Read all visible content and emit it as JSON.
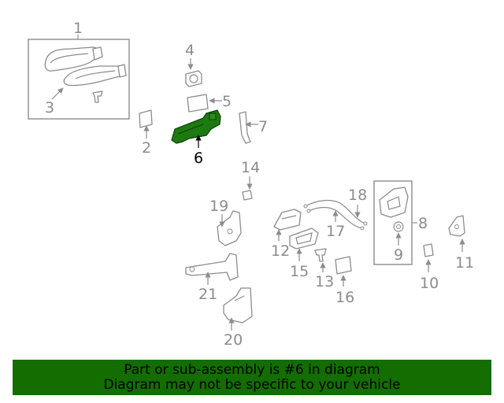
{
  "highlight_color": "#1d7a10",
  "callouts": {
    "c1": "1",
    "c2": "2",
    "c3": "3",
    "c4": "4",
    "c5": "5",
    "c6": "6",
    "c7": "7",
    "c8": "8",
    "c9": "9",
    "c10": "10",
    "c11": "11",
    "c12": "12",
    "c13": "13",
    "c14": "14",
    "c15": "15",
    "c16": "16",
    "c17": "17",
    "c18": "18",
    "c19": "19",
    "c20": "20",
    "c21": "21"
  },
  "banner": {
    "line1": "Part or sub-assembly is #6 in diagram",
    "line2": "Diagram may not be specific to your vehicle",
    "color": "#136d00"
  }
}
